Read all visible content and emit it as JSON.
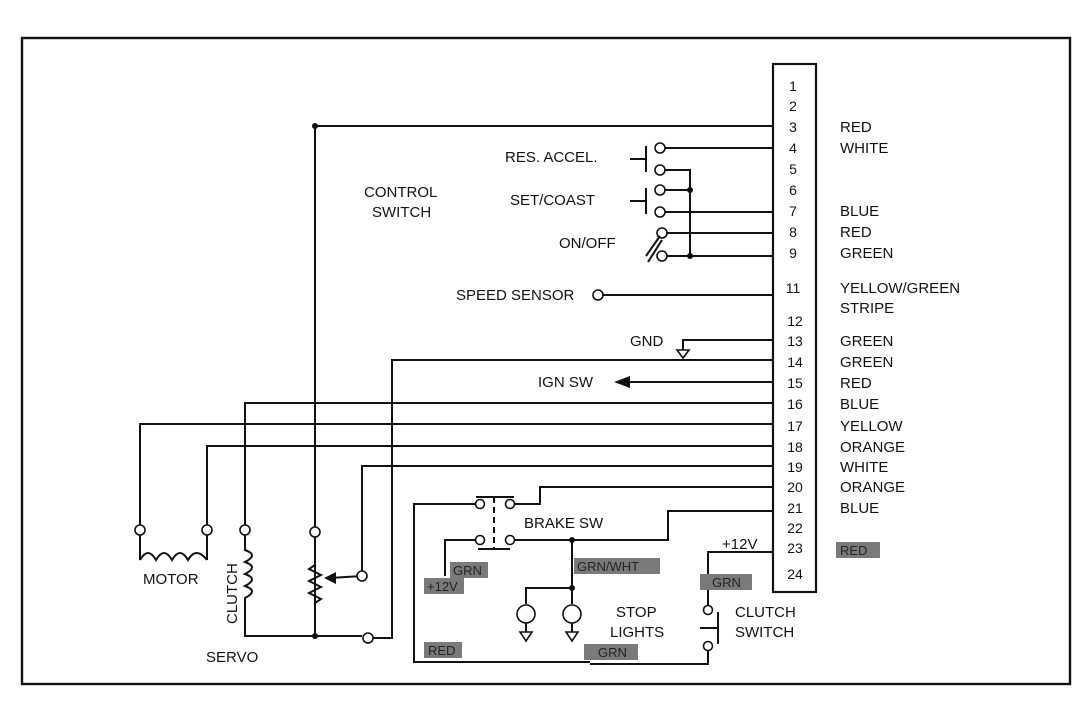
{
  "connector": {
    "pins": [
      {
        "num": "1",
        "color": ""
      },
      {
        "num": "2",
        "color": ""
      },
      {
        "num": "3",
        "color": "RED"
      },
      {
        "num": "4",
        "color": "WHITE"
      },
      {
        "num": "5",
        "color": ""
      },
      {
        "num": "6",
        "color": ""
      },
      {
        "num": "7",
        "color": "BLUE"
      },
      {
        "num": "8",
        "color": "RED"
      },
      {
        "num": "9",
        "color": "GREEN"
      },
      {
        "num": "11",
        "color": "YELLOW/GREEN"
      },
      {
        "num": "12",
        "color": ""
      },
      {
        "num": "13",
        "color": "GREEN"
      },
      {
        "num": "14",
        "color": "GREEN"
      },
      {
        "num": "15",
        "color": "RED"
      },
      {
        "num": "16",
        "color": "BLUE"
      },
      {
        "num": "17",
        "color": "YELLOW"
      },
      {
        "num": "18",
        "color": "ORANGE"
      },
      {
        "num": "19",
        "color": "WHITE"
      },
      {
        "num": "20",
        "color": "ORANGE"
      },
      {
        "num": "21",
        "color": "BLUE"
      },
      {
        "num": "22",
        "color": ""
      },
      {
        "num": "23",
        "color": "RED"
      },
      {
        "num": "24",
        "color": ""
      }
    ],
    "stripe_label": "STRIPE"
  },
  "labels": {
    "control_switch_1": "CONTROL",
    "control_switch_2": "SWITCH",
    "res_accel": "RES. ACCEL.",
    "set_coast": "SET/COAST",
    "on_off": "ON/OFF",
    "speed_sensor": "SPEED SENSOR",
    "gnd": "GND",
    "ign_sw": "IGN SW",
    "brake_sw": "BRAKE SW",
    "plus12v": "+12V",
    "motor": "MOTOR",
    "clutch": "CLUTCH",
    "servo": "SERVO",
    "stop_lights_1": "STOP",
    "stop_lights_2": "LIGHTS",
    "clutch_switch_1": "CLUTCH",
    "clutch_switch_2": "SWITCH"
  },
  "shaded_labels": {
    "grn_brake": "GRN",
    "plus12v_left": "+12V",
    "grn_wht": "GRN/WHT",
    "grn_clutch": "GRN",
    "red_bottom": "RED",
    "grn_bottom": "GRN"
  }
}
